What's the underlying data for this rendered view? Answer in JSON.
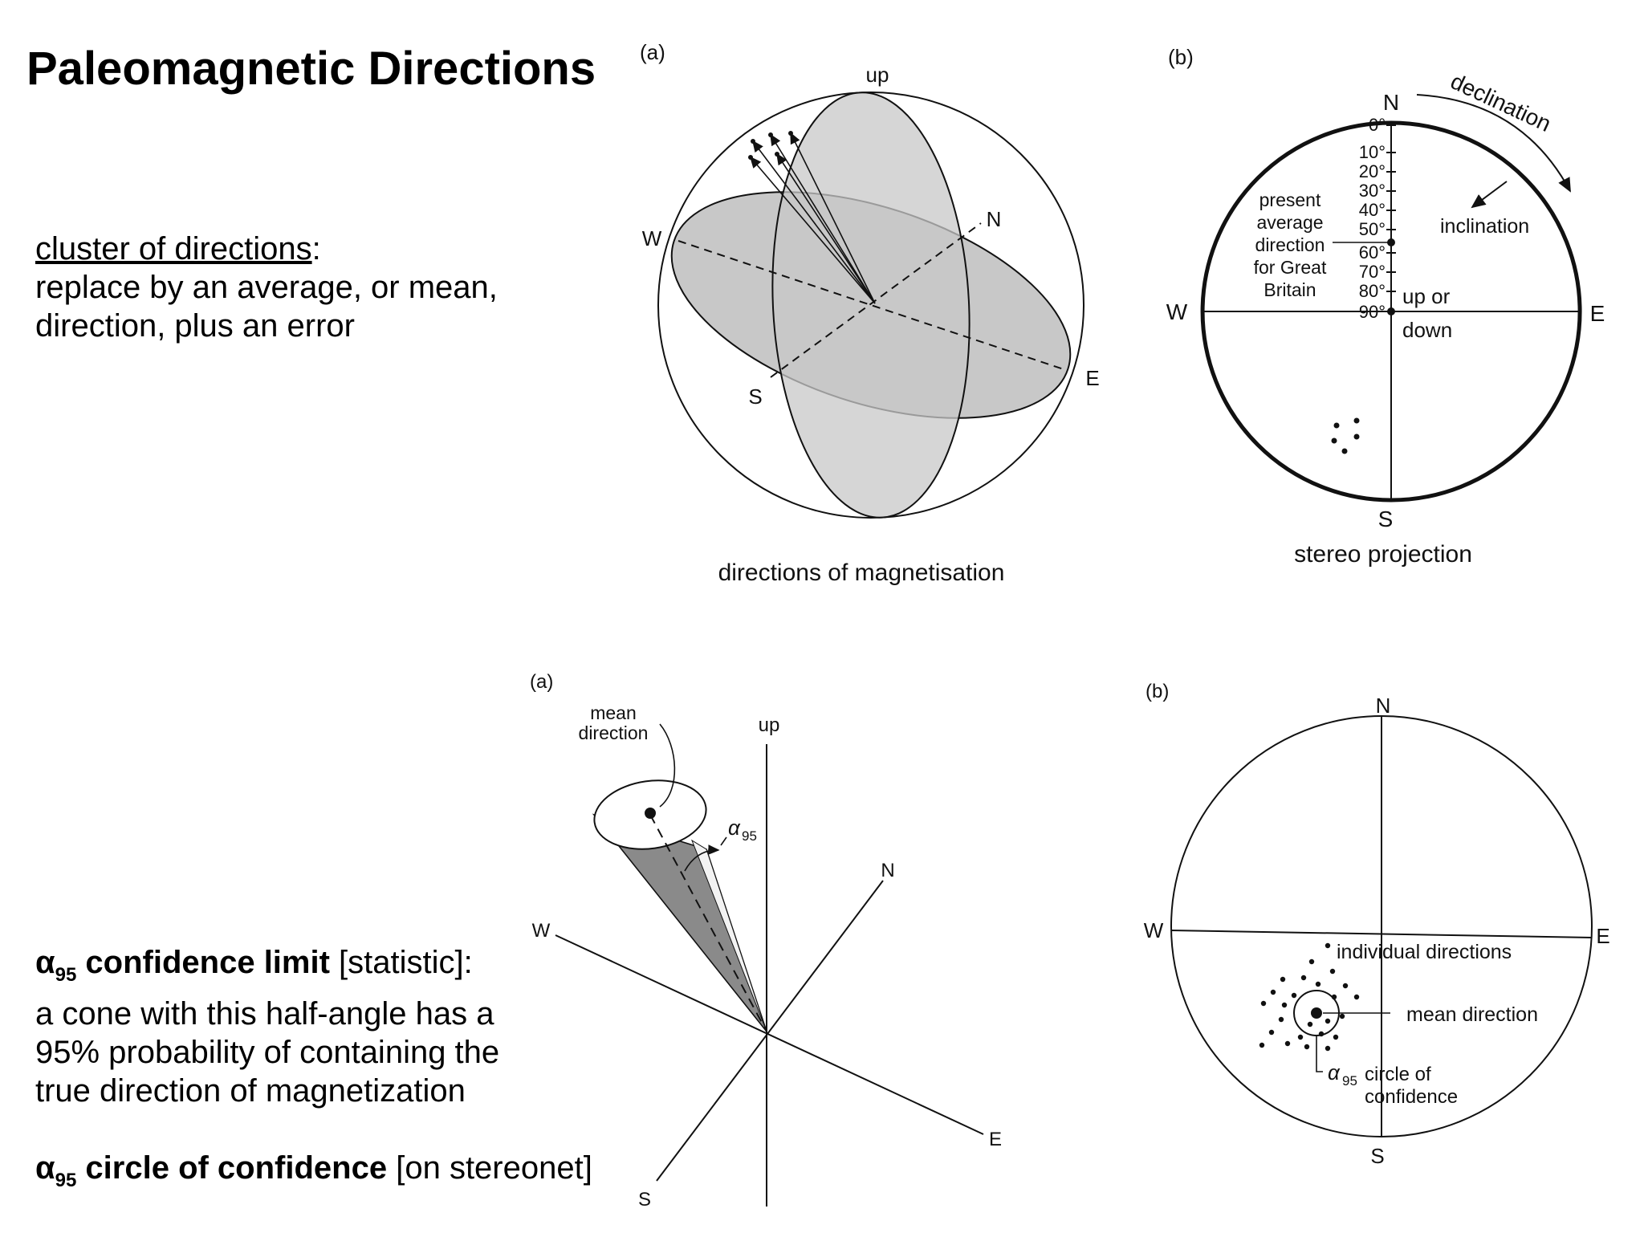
{
  "title": "Paleomagnetic Directions",
  "cluster": {
    "heading": "cluster of directions",
    "colon": ":",
    "line1": "replace by an average, or mean,",
    "line2": "direction, plus an error"
  },
  "alpha": {
    "symbol": "α",
    "subscript": "95",
    "limit_term": "confidence limit",
    "limit_note": "[statistic]:",
    "def1": "a cone with this half-angle has a",
    "def2": "95% probability of containing the",
    "def3": "true direction of magnetization",
    "circle_term": "circle of confidence",
    "circle_note": "[on stereonet]"
  },
  "fig_top_a": {
    "panel": "(a)",
    "up": "up",
    "w": "W",
    "n": "N",
    "s": "S",
    "e": "E",
    "caption": "directions of magnetisation"
  },
  "fig_top_b": {
    "panel": "(b)",
    "n": "N",
    "w": "W",
    "e": "E",
    "s": "S",
    "declination": "declination",
    "inclination": "inclination",
    "ticks": [
      "0°",
      "10°",
      "20°",
      "30°",
      "40°",
      "50°",
      "60°",
      "70°",
      "80°",
      "90°"
    ],
    "present1": "present",
    "present2": "average",
    "present3": "direction",
    "present4": "for Great",
    "present5": "Britain",
    "upor": "up or",
    "down": "down",
    "caption": "stereo projection"
  },
  "fig_bot_a": {
    "panel": "(a)",
    "mean1": "mean",
    "mean2": "direction",
    "up": "up",
    "alpha": "α",
    "alpha_sub": "95",
    "n": "N",
    "w": "W",
    "e": "E",
    "s": "S"
  },
  "fig_bot_b": {
    "panel": "(b)",
    "n": "N",
    "w": "W",
    "e": "E",
    "s": "S",
    "individual": "individual directions",
    "mean": "mean direction",
    "alpha": "α",
    "alpha_sub": "95",
    "circle1": "circle of",
    "circle2": "confidence"
  },
  "colors": {
    "shade": "#c8c8c8",
    "cone_dark": "#8a8a8a",
    "ink": "#111111"
  }
}
